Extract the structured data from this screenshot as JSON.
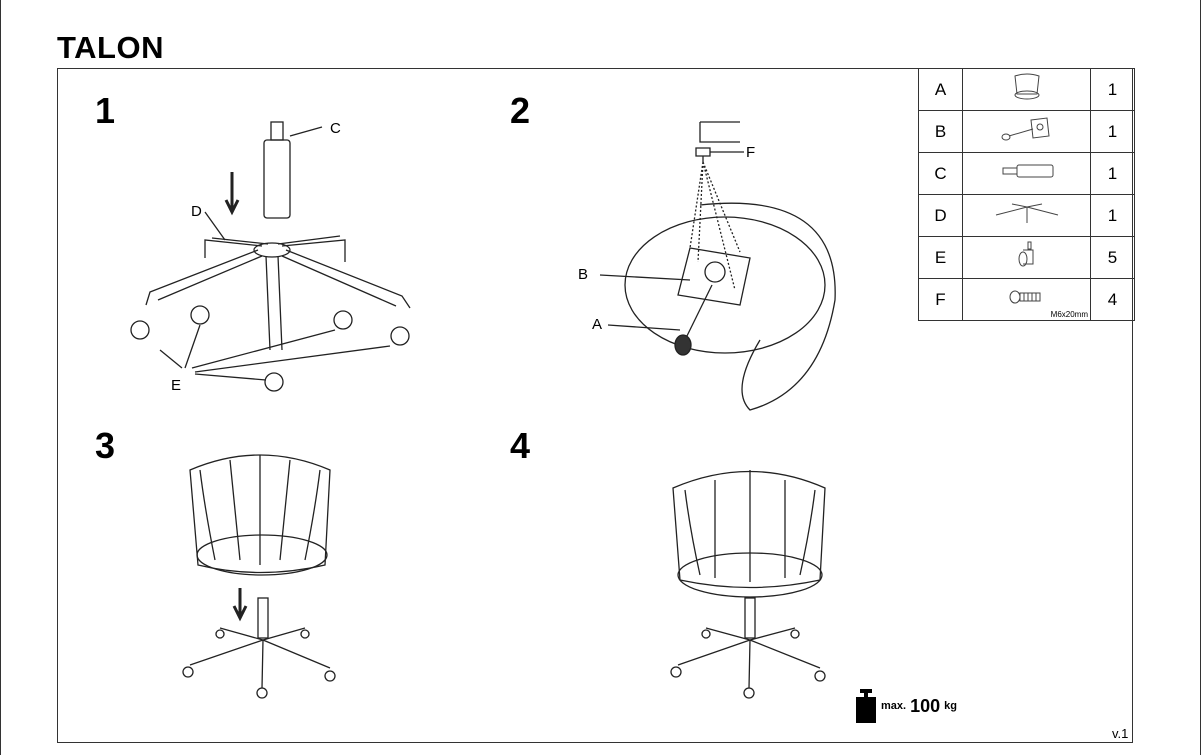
{
  "title": "TALON",
  "steps": [
    "1",
    "2",
    "3",
    "4"
  ],
  "labels": {
    "a": "A",
    "b": "B",
    "c": "C",
    "d": "D",
    "e": "E",
    "f": "F"
  },
  "parts": [
    {
      "letter": "A",
      "icon": "seat-icon",
      "qty": "1"
    },
    {
      "letter": "B",
      "icon": "mechanism-plate-icon",
      "qty": "1"
    },
    {
      "letter": "C",
      "icon": "gas-lift-icon",
      "qty": "1"
    },
    {
      "letter": "D",
      "icon": "star-base-icon",
      "qty": "1"
    },
    {
      "letter": "E",
      "icon": "caster-icon",
      "qty": "5"
    },
    {
      "letter": "F",
      "icon": "screw-icon",
      "qty": "4",
      "spec": "M6x20mm"
    }
  ],
  "max_load": {
    "prefix": "max.",
    "value": "100",
    "unit": "kg"
  },
  "version": "v.1"
}
